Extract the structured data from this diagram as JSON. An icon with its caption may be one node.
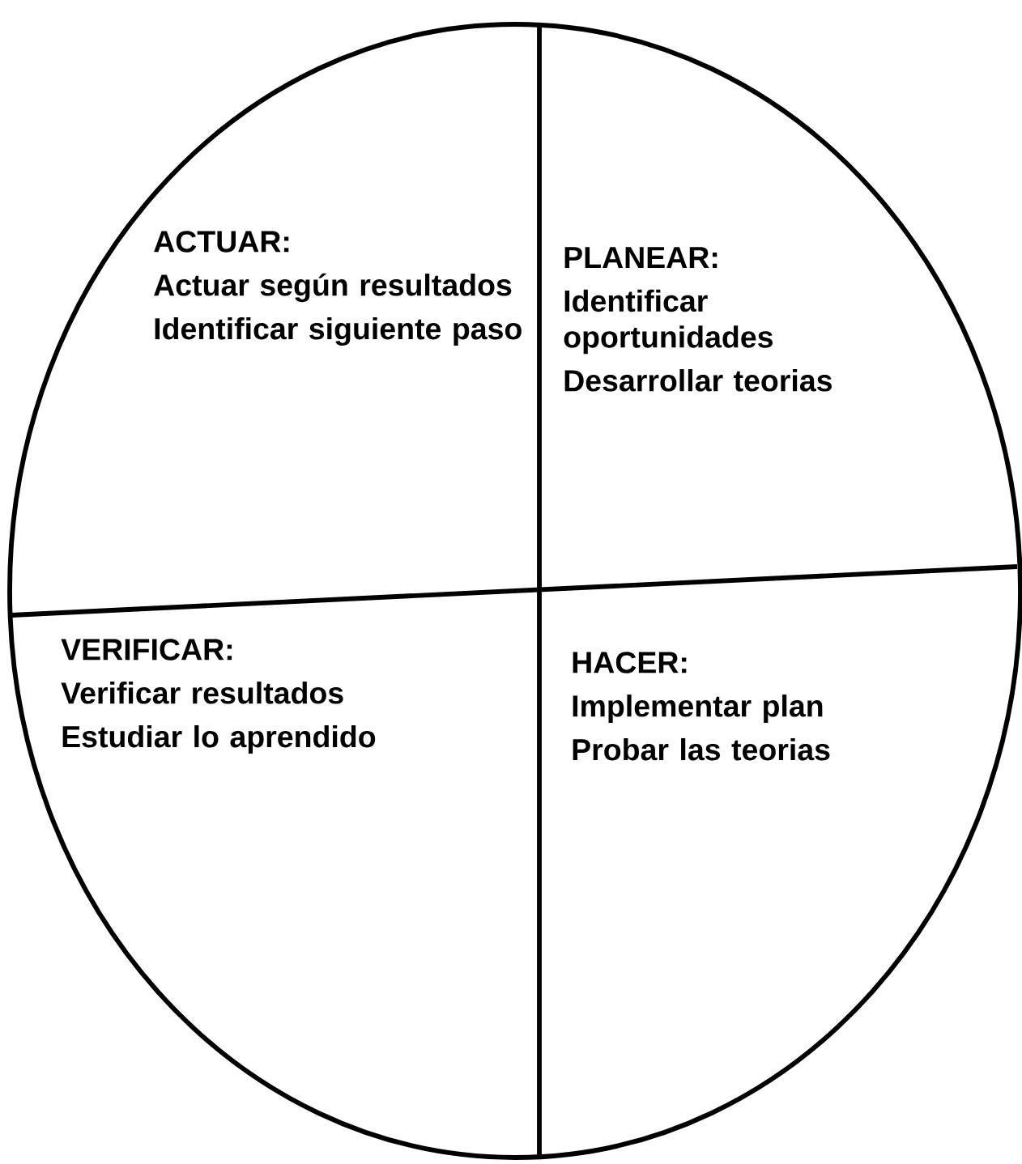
{
  "diagram": {
    "nodes": [
      {
        "text": [
          "ACTUAR:",
          "Actuar según resultados",
          "Identificar siguiente paso"
        ]
      },
      {
        "text": [
          "PLANEAR:",
          "Identificar oportunidades",
          "Desarrollar teorias"
        ]
      },
      {
        "text": [
          "VERIFICAR:",
          "Verificar resultados",
          "Estudiar lo aprendido"
        ]
      },
      {
        "text": [
          "HACER:",
          "Implementar plan",
          "Probar las teorias"
        ]
      }
    ]
  }
}
